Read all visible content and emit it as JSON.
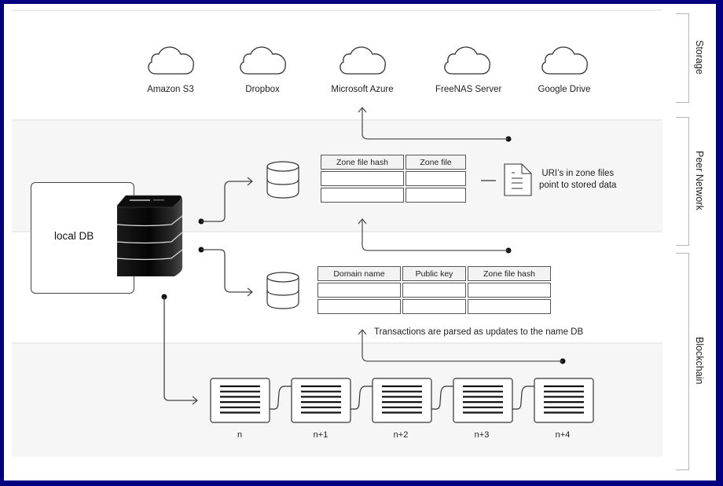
{
  "layers": [
    {
      "id": "storage",
      "label": "Storage"
    },
    {
      "id": "peer",
      "label": "Peer Network"
    },
    {
      "id": "blockchain",
      "label": "Blockchain"
    }
  ],
  "storage_providers": [
    {
      "label": "Amazon S3",
      "icon": "cloud-icon"
    },
    {
      "label": "Dropbox",
      "icon": "cloud-icon"
    },
    {
      "label": "Microsoft Azure",
      "icon": "cloud-icon"
    },
    {
      "label": "FreeNAS Server",
      "icon": "cloud-icon"
    },
    {
      "label": "Google Drive",
      "icon": "cloud-icon"
    }
  ],
  "local_db": {
    "label": "local DB",
    "icon": "server-stack-icon"
  },
  "zone_table": {
    "icon": "database-icon",
    "columns": [
      "Zone file hash",
      "Zone file"
    ],
    "rows": [
      [
        "",
        ""
      ],
      [
        "",
        ""
      ]
    ]
  },
  "zone_note": {
    "icon": "document-icon",
    "line1": "URI’s in zone files",
    "line2": "point to stored data"
  },
  "name_table": {
    "icon": "database-icon",
    "columns": [
      "Domain name",
      "Public key",
      "Zone file hash"
    ],
    "rows": [
      [
        "",
        "",
        ""
      ],
      [
        "",
        "",
        ""
      ]
    ]
  },
  "transactions_note": "Transactions are parsed as updates to the name DB",
  "blocks": [
    {
      "label": "n"
    },
    {
      "label": "n+1"
    },
    {
      "label": "n+2"
    },
    {
      "label": "n+3"
    },
    {
      "label": "n+4"
    }
  ]
}
